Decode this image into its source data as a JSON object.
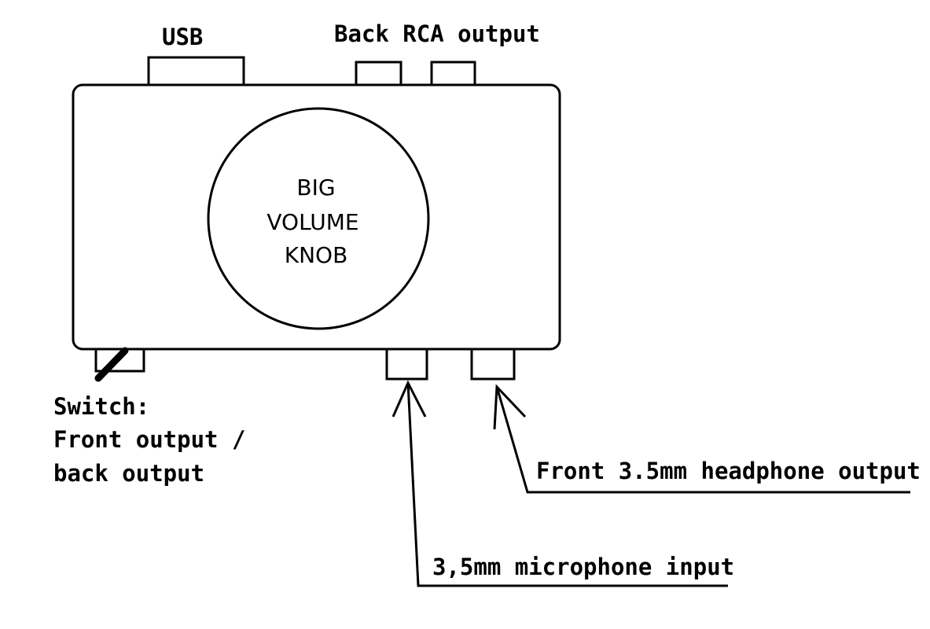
{
  "labels": {
    "usb": "USB",
    "back_rca": "Back RCA output",
    "knob_line1": "BIG",
    "knob_line2": "VOLUME",
    "knob_line3": "KNOB",
    "switch_line1": "Switch:",
    "switch_line2": "Front output /",
    "switch_line3": "back output",
    "headphone": "Front 3.5mm headphone output",
    "mic": "3,5mm microphone input"
  },
  "colors": {
    "line": "#000000",
    "background": "#ffffff"
  }
}
